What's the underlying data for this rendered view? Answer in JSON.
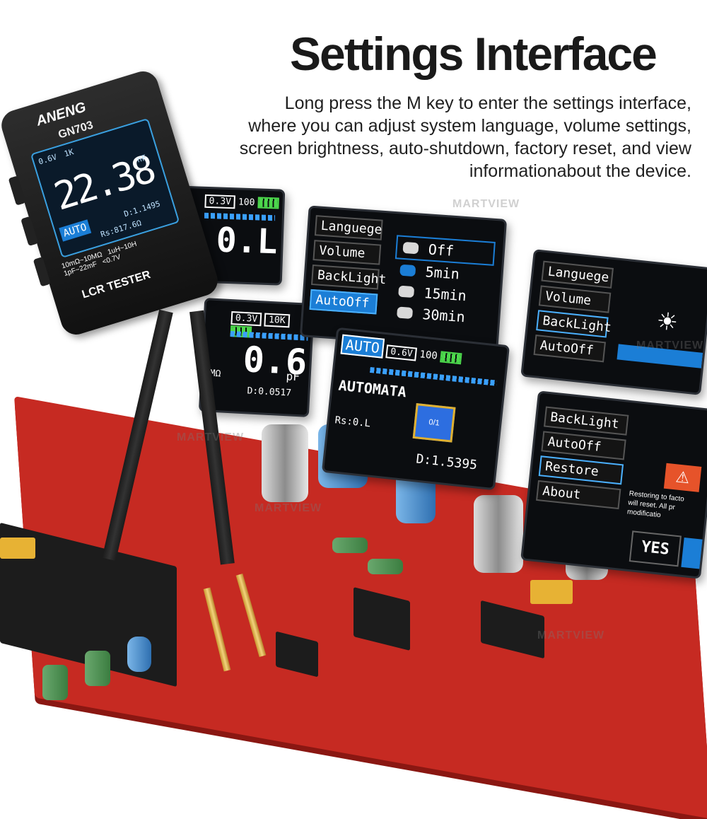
{
  "heading": {
    "title": "Settings Interface",
    "description": "Long press the M key to enter the settings interface, where you can adjust system language, volume settings, screen brightness, auto-shutdown, factory reset, and view informationabout the device."
  },
  "device": {
    "brand": "ANENG",
    "model": "GN703",
    "reading": "22.38",
    "unit": "nF",
    "mode": "AUTO",
    "voltage": "0.6V",
    "freq": "1K",
    "d_value": "D:1.1495",
    "rs_value": "Rs:817.6Ω",
    "spec1": "10mΩ~10MΩ",
    "spec2": "1uH~10H",
    "spec3": "1pF~22mF",
    "spec4": "<0.7V",
    "label": "LCR TESTER"
  },
  "screen_ol": {
    "voltage": "0.3V",
    "freq": "100",
    "reading": "0.L"
  },
  "screen_pf": {
    "voltage": "0.3V",
    "freq": "10K",
    "reading": "0.6",
    "unit": "pF",
    "left": "MΩ",
    "d_value": "D:0.0517"
  },
  "screen_autooff": {
    "menu": [
      "Languege",
      "Volume",
      "BackLight",
      "AutoOff"
    ],
    "options": [
      "Off",
      "5min",
      "15min",
      "30min"
    ]
  },
  "screen_backlight": {
    "menu": [
      "Languege",
      "Volume",
      "BackLight",
      "AutoOff"
    ]
  },
  "screen_auto": {
    "mode": "AUTO",
    "voltage": "0.6V",
    "freq": "100",
    "title": "AUTOMATA",
    "chip": "0/1",
    "rs": "Rs:0.L",
    "d_value": "D:1.5395"
  },
  "screen_restore": {
    "menu": [
      "BackLight",
      "AutoOff",
      "Restore",
      "About"
    ],
    "warning_line1": "Restoring to facto",
    "warning_line2": "will reset. All pr",
    "warning_line3": "modificatio",
    "yes_label": "YES"
  },
  "watermark": "MARTVIEW"
}
